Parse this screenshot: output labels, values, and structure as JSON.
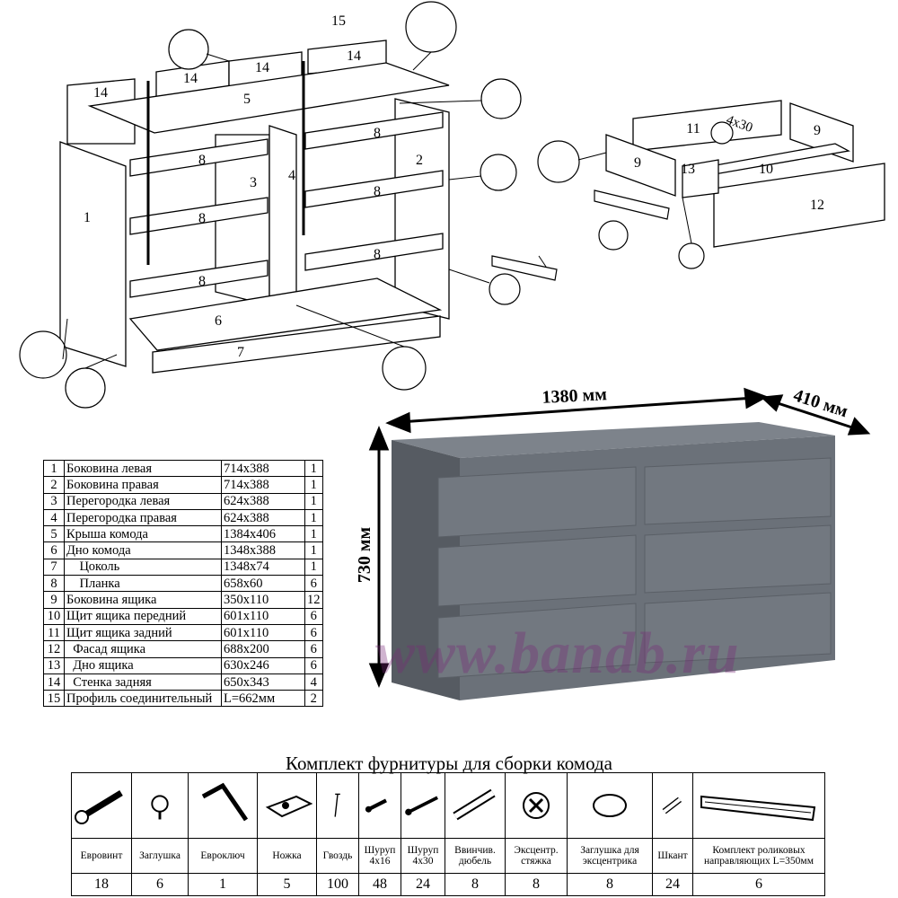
{
  "diagram": {
    "part_labels": [
      "1",
      "2",
      "3",
      "4",
      "5",
      "6",
      "7",
      "8",
      "8",
      "8",
      "8",
      "8",
      "8",
      "14",
      "14",
      "14",
      "15",
      "9",
      "9",
      "10",
      "11",
      "12",
      "13"
    ],
    "screw_label": "4x30"
  },
  "dimensions": {
    "width": "1380 мм",
    "depth": "410 мм",
    "height": "730 мм"
  },
  "colors": {
    "dresser_front": "#6b7179",
    "dresser_side": "#565b62",
    "dresser_top": "#7d838b"
  },
  "parts": [
    {
      "n": "1",
      "name": "Боковина левая",
      "size": "714x388",
      "qty": "1"
    },
    {
      "n": "2",
      "name": "Боковина правая",
      "size": "714x388",
      "qty": "1"
    },
    {
      "n": "3",
      "name": "Перегородка левая",
      "size": "624x388",
      "qty": "1"
    },
    {
      "n": "4",
      "name": "Перегородка правая",
      "size": "624x388",
      "qty": "1"
    },
    {
      "n": "5",
      "name": "Крыша комода",
      "size": "1384x406",
      "qty": "1"
    },
    {
      "n": "6",
      "name": "Дно комода",
      "size": "1348x388",
      "qty": "1"
    },
    {
      "n": "7",
      "name": "    Цоколь",
      "size": "1348x74",
      "qty": "1"
    },
    {
      "n": "8",
      "name": "    Планка",
      "size": "658x60",
      "qty": "6"
    },
    {
      "n": "9",
      "name": "Боковина ящика",
      "size": "350x110",
      "qty": "12"
    },
    {
      "n": "10",
      "name": "Щит ящика передний",
      "size": "601x110",
      "qty": "6"
    },
    {
      "n": "11",
      "name": "Щит ящика задний",
      "size": "601x110",
      "qty": "6"
    },
    {
      "n": "12",
      "name": "  Фасад ящика",
      "size": "688x200",
      "qty": "6"
    },
    {
      "n": "13",
      "name": "  Дно ящика",
      "size": "630x246",
      "qty": "6"
    },
    {
      "n": "14",
      "name": "  Стенка задняя",
      "size": "650x343",
      "qty": "4"
    },
    {
      "n": "15",
      "name": "Профиль соединительный",
      "size": "L=662мм",
      "qty": "2"
    }
  ],
  "hardware": {
    "title": "Комплект фурнитуры для сборки комода",
    "items": [
      {
        "icon": "eurovint-icon",
        "label": "Евровинт",
        "qty": "18"
      },
      {
        "icon": "cap-icon",
        "label": "Заглушка",
        "qty": "6"
      },
      {
        "icon": "hex-key-icon",
        "label": "Евроключ",
        "qty": "1"
      },
      {
        "icon": "foot-icon",
        "label": "Ножка",
        "qty": "5"
      },
      {
        "icon": "nail-icon",
        "label": "Гвоздь",
        "qty": "100"
      },
      {
        "icon": "screw-icon",
        "label": "Шуруп 4х16",
        "qty": "48"
      },
      {
        "icon": "long-screw-icon",
        "label": "Шуруп 4х30",
        "qty": "24"
      },
      {
        "icon": "dowel-icon",
        "label": "Ввинчив. дюбель",
        "qty": "8"
      },
      {
        "icon": "cam-lock-icon",
        "label": "Эксцентр. стяжка",
        "qty": "8"
      },
      {
        "icon": "cam-cap-icon",
        "label": "Заглушка для эксцентрика",
        "qty": "8"
      },
      {
        "icon": "wood-dowel-icon",
        "label": "Шкант",
        "qty": "24"
      },
      {
        "icon": "rail-icon",
        "label": "Комплект роликовых направляющих L=350мм",
        "qty": "6"
      }
    ]
  },
  "watermark": "www.bandb.ru"
}
